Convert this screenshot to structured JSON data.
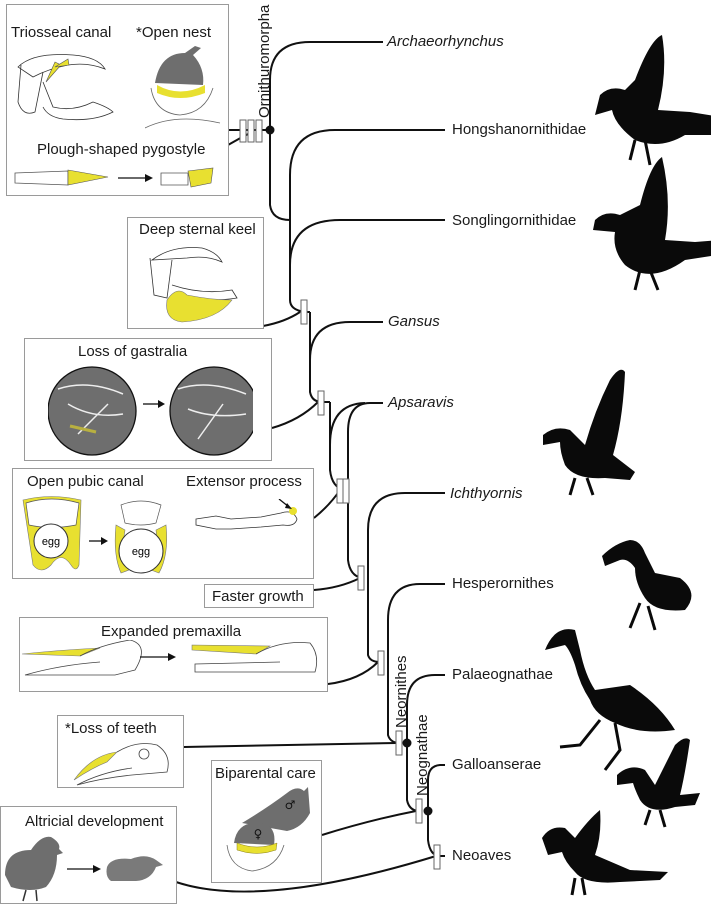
{
  "figure": {
    "taxa": [
      {
        "name": "Archaeorhynchus",
        "italic": true
      },
      {
        "name": "Hongshanornithidae",
        "italic": false
      },
      {
        "name": "Songlingornithidae",
        "italic": false
      },
      {
        "name": "Gansus",
        "italic": true
      },
      {
        "name": "Apsaravis",
        "italic": true
      },
      {
        "name": "Ichthyornis",
        "italic": true
      },
      {
        "name": "Hesperornithes",
        "italic": false
      },
      {
        "name": "Palaeognathae",
        "italic": false
      },
      {
        "name": "Galloanserae",
        "italic": false
      },
      {
        "name": "Neoaves",
        "italic": false
      }
    ],
    "clades": {
      "ornithuromorpha": "Ornithuromorpha",
      "neornithes": "Neornithes",
      "neognathae": "Neognathae"
    },
    "traits": {
      "triosseal": "Triosseal canal",
      "open_nest": "*Open nest",
      "pygostyle": "Plough-shaped pygostyle",
      "sternal_keel": "Deep sternal keel",
      "gastralia": "Loss of gastralia",
      "pubic_canal": "Open pubic canal",
      "extensor": "Extensor process",
      "egg": "egg",
      "faster_growth": "Faster growth",
      "premaxilla": "Expanded premaxilla",
      "loss_teeth": "*Loss of teeth",
      "biparental": "Biparental care",
      "male_symbol": "♂",
      "female_symbol": "♀",
      "altricial": "Altricial development"
    },
    "colors": {
      "highlight": "#e8e030",
      "line": "#111111",
      "box_border": "#9a9a9a",
      "silhouette": "#0a0a0a",
      "bird_grey": "#6e6e6e"
    }
  }
}
